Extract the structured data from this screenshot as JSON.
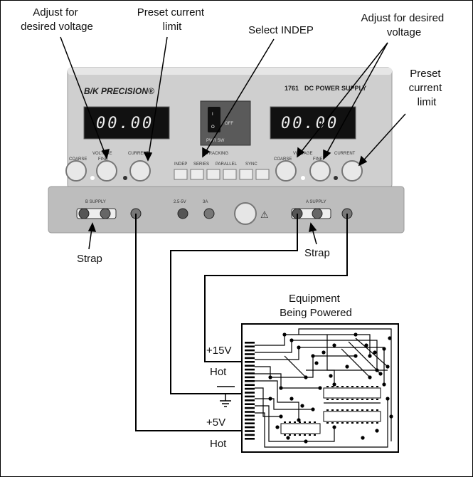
{
  "annotations": {
    "adjust_voltage_left": [
      "Adjust for",
      "desired voltage"
    ],
    "preset_current_left": [
      "Preset current",
      "limit"
    ],
    "select_indep": "Select INDEP",
    "adjust_voltage_right": [
      "Adjust for desired",
      "voltage"
    ],
    "preset_current_right": [
      "Preset",
      "current",
      "limit"
    ],
    "strap_left": "Strap",
    "strap_right": "Strap",
    "equipment": [
      "Equipment",
      "Being Powered"
    ],
    "plus15": "+15V",
    "hot1": "Hot",
    "plus5": "+5V",
    "hot2": "Hot"
  },
  "supply": {
    "brand": "B/K PRECISION®",
    "model": "1761",
    "title": "DC POWER SUPPLY",
    "display_left": "00.00",
    "display_right": "00.00",
    "power_label": "PWR SW",
    "off_label": "OFF",
    "voltage_label": "VOLTAGE",
    "current_label": "CURRENT",
    "tracking_label": "TRACKING",
    "coarse_label": "COARSE",
    "fine_label": "FINE",
    "b_supply": "B SUPPLY",
    "a_supply": "A SUPPLY",
    "fixed_volt": "2.5-5V",
    "fixed_amp": "3A",
    "indep_label": "INDEP",
    "series_label": "SERIES",
    "parallel_label": "PARALLEL",
    "sync_label": "SYNC"
  }
}
